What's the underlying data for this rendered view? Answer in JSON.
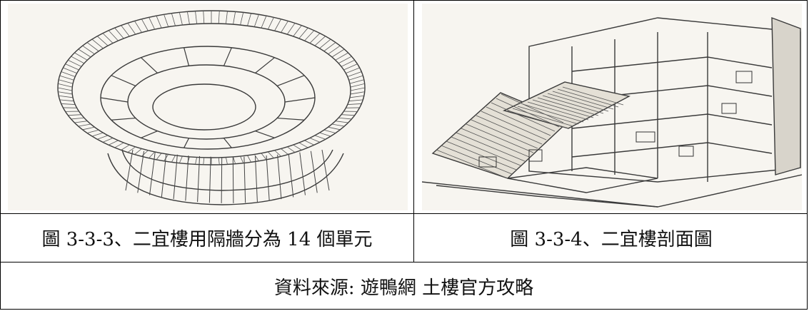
{
  "figures": [
    {
      "caption": "圖 3-3-3、二宜樓用隔牆分為 14 個單元",
      "illustration": "round-tulou-drawing"
    },
    {
      "caption": "圖 3-3-4、二宜樓剖面圖",
      "illustration": "tulou-section-drawing"
    }
  ],
  "source": "資料來源: 遊鴨網 土樓官方攻略",
  "colors": {
    "ink": "#3a3a3a",
    "paper": "#f6f4ef",
    "border": "#000000"
  }
}
